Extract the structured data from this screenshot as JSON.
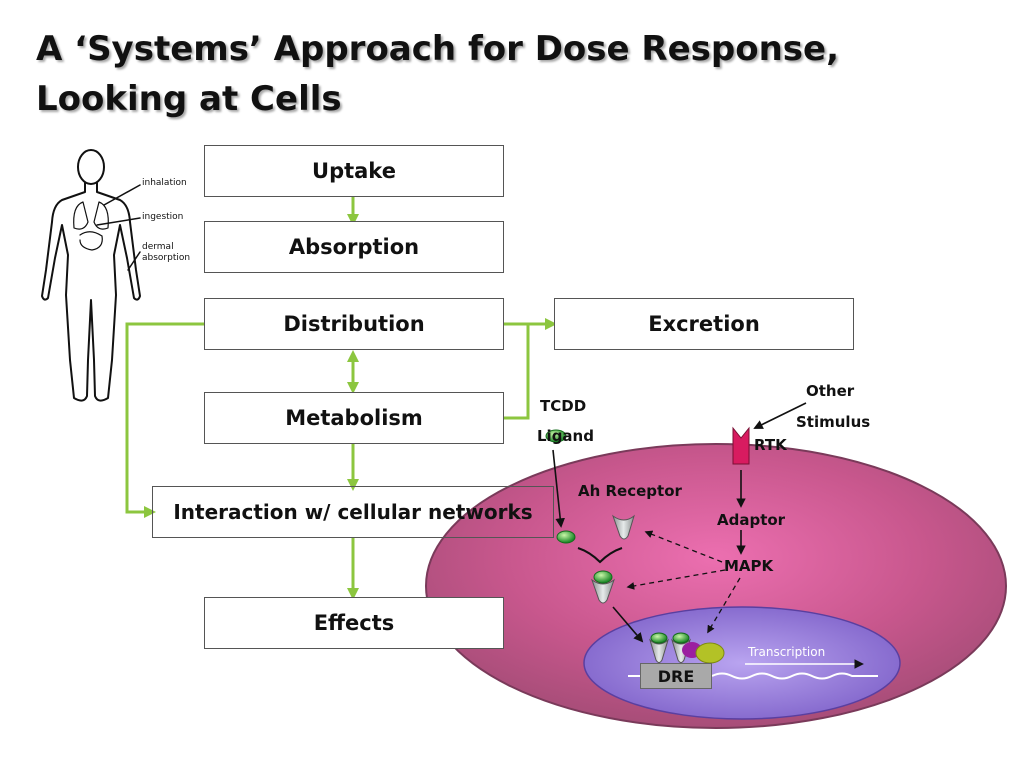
{
  "title": {
    "line1": "A ‘Systems’ Approach for Dose Response,",
    "line2": "Looking at Cells"
  },
  "flow": {
    "uptake": "Uptake",
    "absorption": "Absorption",
    "distribution": "Distribution",
    "excretion": "Excretion",
    "metabolism": "Metabolism",
    "interaction": "Interaction w/ cellular networks",
    "effects": "Effects"
  },
  "body_labels": {
    "inhalation": "inhalation",
    "ingestion": "ingestion",
    "dermal_line1": "dermal",
    "dermal_line2": "absorption"
  },
  "cell": {
    "tcdd": "TCDD",
    "ligand": "Ligand",
    "ah_receptor": "Ah Receptor",
    "other": "Other",
    "stimulus": "Stimulus",
    "rtk": "RTK",
    "adaptor": "Adaptor",
    "mapk": "MAPK",
    "dre": "DRE",
    "transcription": "Transcription"
  },
  "colors": {
    "arrow_green": "#8cc63f",
    "cell_outer": "#b85a85",
    "nucleus": "#8a6fd0",
    "rtk": "#d81b60",
    "ligand_green": "#2e9e2e"
  }
}
